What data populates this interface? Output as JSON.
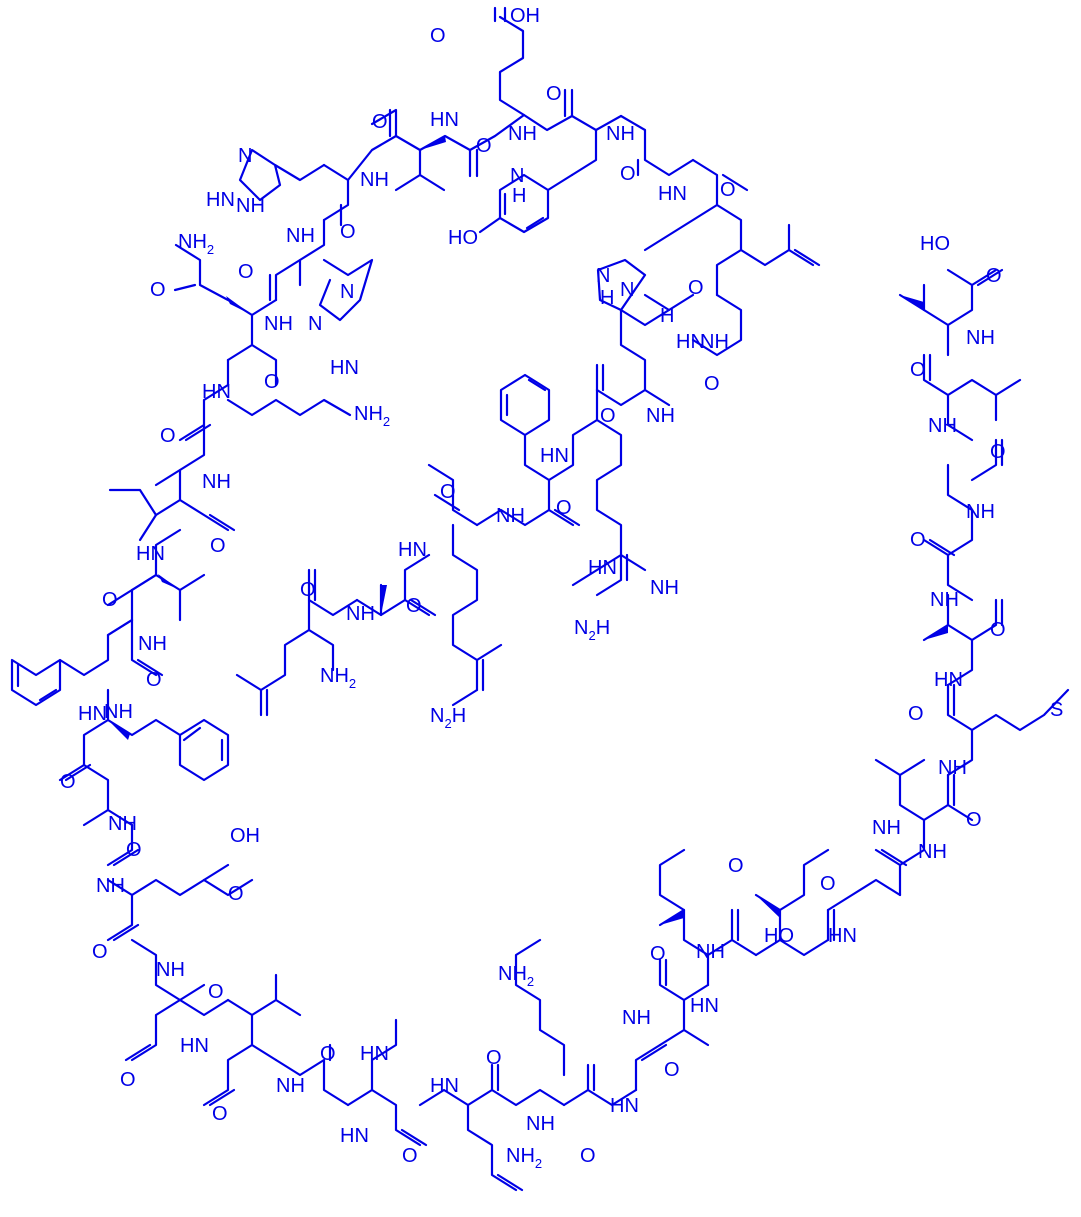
{
  "colors": {
    "structure": "#0000e6",
    "background": "#ffffff"
  },
  "atom_labels": {
    "l1": "OH",
    "l2": "O",
    "l3": "N",
    "l4": "H",
    "l5": "HN",
    "l6": "O",
    "l7": "NH",
    "l8": "O",
    "l9": "NH",
    "l10": "HO",
    "l11": "O",
    "l12": "NH",
    "l13": "O",
    "l14": "HN",
    "l15": "O",
    "l16": "NH",
    "l17": "O",
    "l18": "NH",
    "l19": "HN",
    "l20": "N",
    "l21": "NH",
    "l22": "O",
    "l23": "HN",
    "l24": "O",
    "l25": "NH",
    "l26": "O",
    "l27": "O",
    "l28": "HN",
    "l29": "NH",
    "l30": "O",
    "l31": "NH",
    "l32": "O",
    "l33": "HN",
    "l34": "O",
    "l35": "O",
    "l36": "N",
    "l37": "N",
    "l38": "HN",
    "l39": "O",
    "l40": "N",
    "l41": "H",
    "l42": "O",
    "l43": "OH",
    "l44": "NH",
    "l45": "O",
    "l46": "NH",
    "l47": "NH",
    "l48": "O",
    "l49": "HN",
    "l50": "NH",
    "l51": "O",
    "l52": "O",
    "l53": "HN",
    "l54": "O",
    "l55": "HN",
    "l56": "O",
    "l57": "HN",
    "l58": "O",
    "l59": "NH",
    "l60": "HN",
    "l61": "O",
    "l62": "S",
    "l63": "NH",
    "l64": "O",
    "l65": "HN",
    "l66": "O",
    "l67": "NH",
    "l68": "HO",
    "l69": "O",
    "l70": "HN",
    "l71": "O",
    "l72": "NH",
    "l73": "NH",
    "l74": "NH",
    "l75": "O",
    "l76": "HN",
    "l77": "O",
    "l78": "O",
    "l79": "NH",
    "l80": "O",
    "l81": "O",
    "l82": "N",
    "l83": "H",
    "l84": "NH",
    "l85": "NH",
    "l86": "O",
    "l87": "NH",
    "l88": "O",
    "l89": "NH",
    "l90": "HN",
    "l91": "O",
    "l92": "HO",
    "l93": "O",
    "l94": "NH",
    "l95": "O",
    "l96": "HN",
    "l97": "NH",
    "l98": "O",
    "l99": "HN",
    "l100": "O",
    "l101": "NH",
    "l102": "O",
    "l103": "NH",
    "l104": "HN",
    "l105": "O"
  },
  "group_labels": {
    "g_nh2_gln": "NH",
    "g_nh2_lys": "NH",
    "g_nh2_asp_n": "NH",
    "g_nh2_arg1": "H",
    "g_nh2_arg2": "H",
    "g_nh2_lys2": "NH",
    "g_nh2_asn": "NH",
    "s2": "2"
  }
}
